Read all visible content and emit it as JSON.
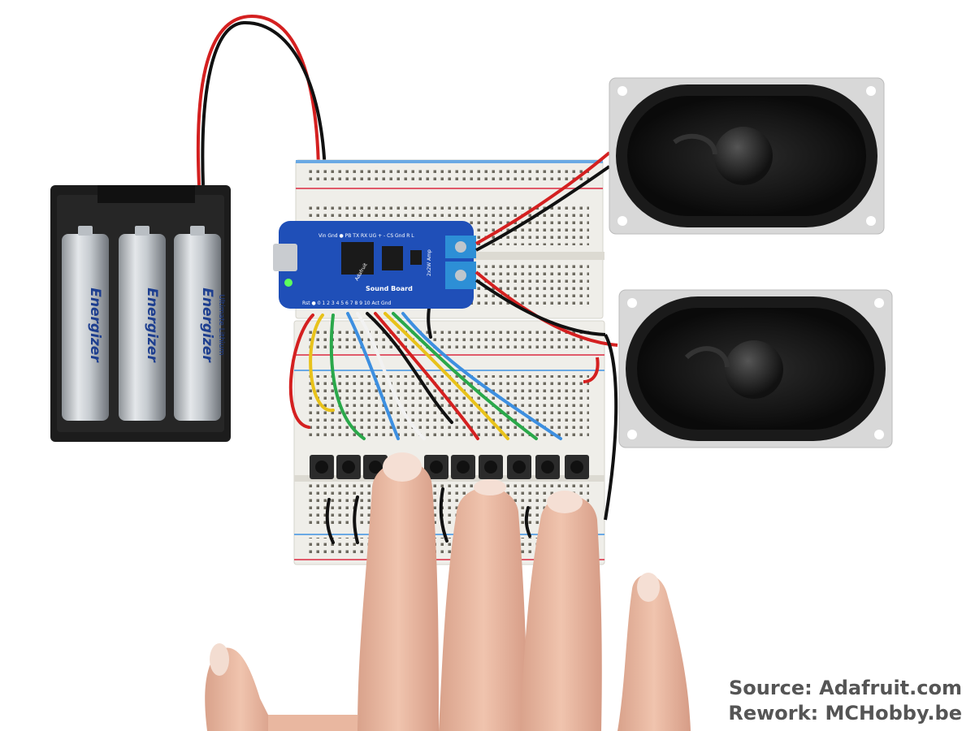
{
  "credits": {
    "source": "Source: Adafruit.com",
    "rework": "Rework: MCHobby.be"
  },
  "board": {
    "title": "Sound Board",
    "brand": "Adafruit",
    "top_pins": "Vin Gnd ● PB TX RX UG + - CS Gnd R L",
    "bottom_pins": "Rst ● 0 1 2 3 4 5 6 7 8 9 10 Act Gnd",
    "amp_label": "2x2W Amp"
  },
  "battery_brand": "Energizer",
  "battery_model": "Ultimate Lithium",
  "colors": {
    "background": "#ffffff",
    "board": "#1f4fb8",
    "breadboard": "#efeee9",
    "battery_case": "#1a1a1a",
    "speaker_frame": "#d8d8d8",
    "credit_text": "#555555"
  }
}
